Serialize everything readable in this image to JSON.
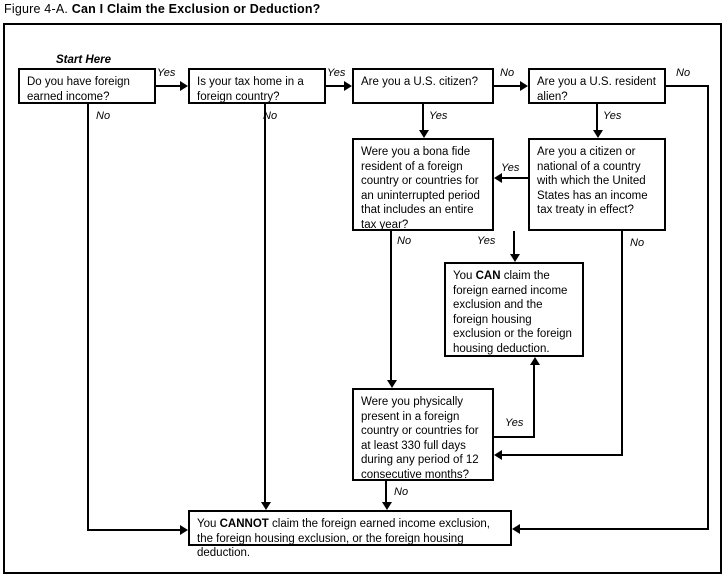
{
  "figure": {
    "number": "Figure 4-A.",
    "heading": "Can I Claim the Exclusion or Deduction?"
  },
  "start_label": "Start Here",
  "nodes": {
    "foreign_income": {
      "text": "Do you have foreign earned income?"
    },
    "tax_home": {
      "text": "Is your tax home in a foreign country?"
    },
    "us_citizen": {
      "text": "Are you a U.S. citizen?"
    },
    "resident_alien": {
      "text": "Are you a U.S. resident alien?"
    },
    "bona_fide": {
      "text": "Were you a bona fide resident of a foreign country or countries for an uninterrupted period that includes an entire tax year?"
    },
    "tax_treaty": {
      "text": "Are you a citizen or national of a country with which the United States has an income tax treaty in effect?"
    },
    "physical_presence": {
      "text": "Were you physically present in a foreign country or countries for at least 330 full days during any period of 12 consecutive months?"
    },
    "can_claim": {
      "prefix": "You ",
      "emphasis": "CAN",
      "suffix": " claim the foreign earned income exclusion and the foreign housing exclusion or the foreign housing deduction."
    },
    "cannot_claim": {
      "prefix": "You ",
      "emphasis": "CANNOT",
      "suffix": " claim the foreign earned income exclusion, the foreign housing exclusion, or the foreign housing deduction."
    }
  },
  "edge_labels": {
    "yes": "Yes",
    "no": "No",
    "income_yes": "Yes",
    "income_no": "No",
    "taxhome_yes": "Yes",
    "taxhome_no": "No",
    "citizen_no": "No",
    "citizen_yes": "Yes",
    "alien_no": "No",
    "alien_yes": "Yes",
    "bonafide_no": "No",
    "bonafide_yes": "Yes",
    "treaty_yes": "Yes",
    "treaty_no": "No",
    "presence_yes": "Yes",
    "presence_no": "No"
  },
  "colors": {
    "ink": "#000000",
    "paper": "#ffffff"
  }
}
